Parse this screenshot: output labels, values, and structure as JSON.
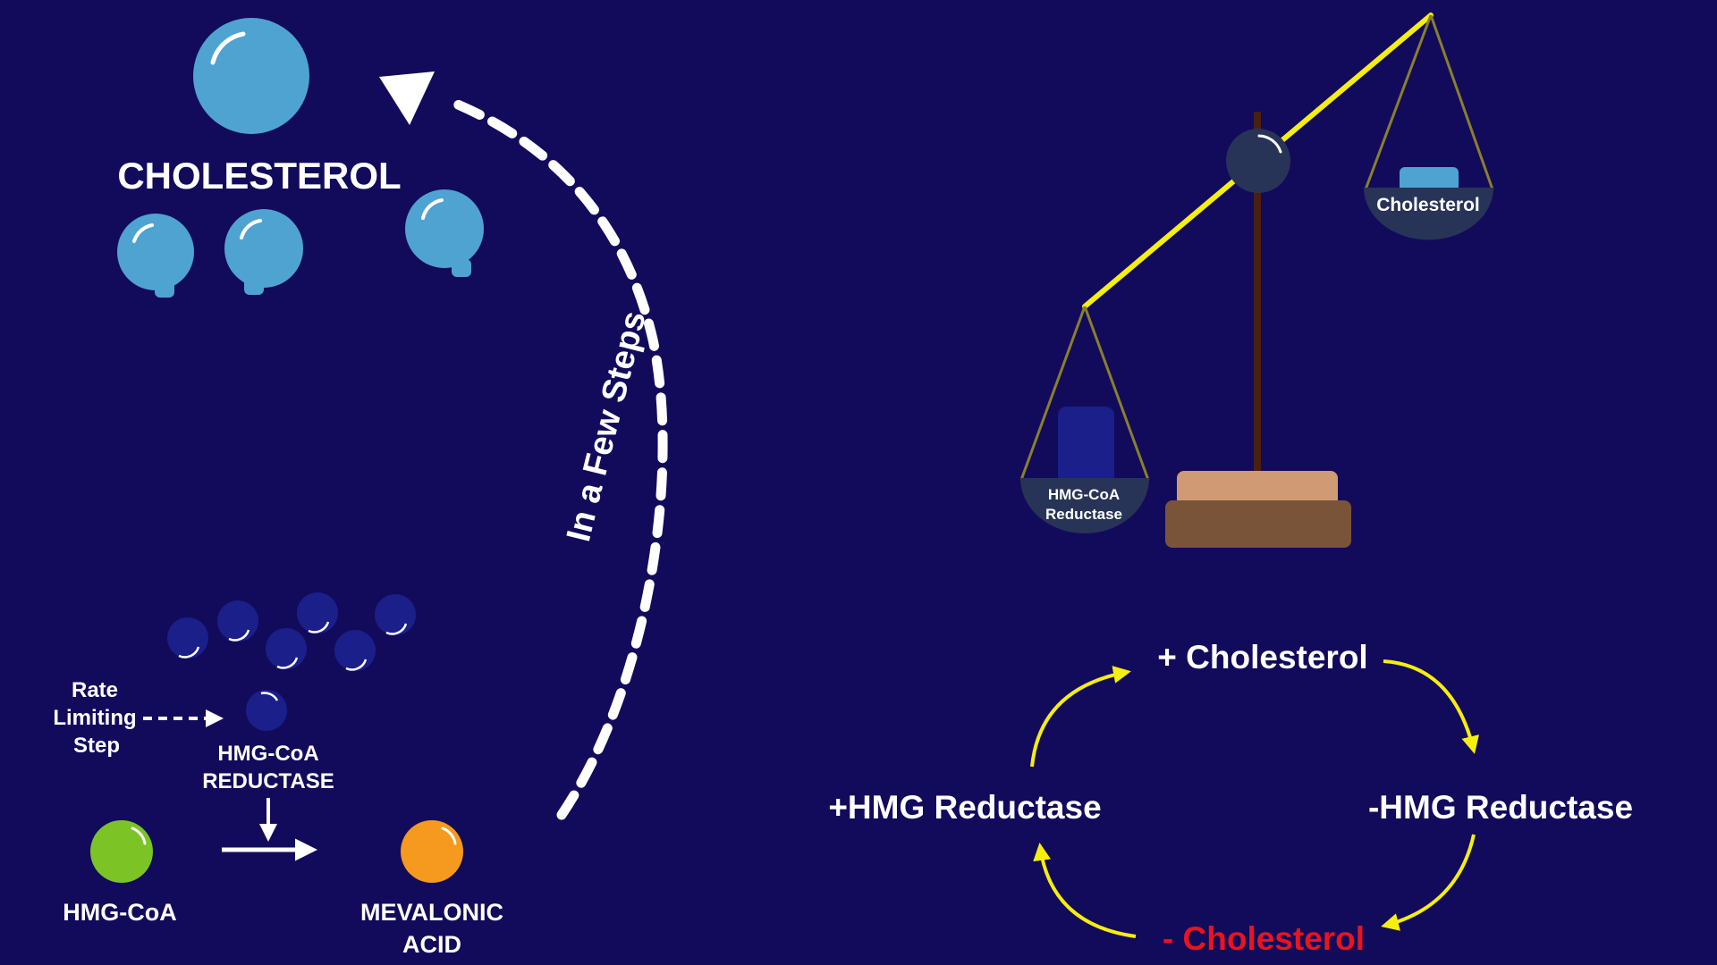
{
  "colors": {
    "background": "#120b5c",
    "sphere_blue": "#4fa3d1",
    "enzyme_navy": "#1b1f8a",
    "hmg_coa_green": "#7cc326",
    "mevalonic_orange": "#f59a1e",
    "arrow_yellow": "#f5ee0f",
    "negative_red": "#e8141e",
    "scale_pan": "#283457",
    "scale_base_top": "#cf9a74",
    "scale_base_bottom": "#7a5439",
    "scale_pole": "#4b1f10"
  },
  "pathway": {
    "cholesterol_label": "CHOLESTEROL",
    "steps_label": "In a Few Steps",
    "rate_limiting_label": [
      "Rate",
      "Limiting",
      "Step"
    ],
    "enzyme_label": [
      "HMG-CoA",
      "REDUCTASE"
    ],
    "substrate_label": "HMG-CoA",
    "product_label": [
      "MEVALONIC",
      "ACID"
    ],
    "icons": [
      "sphere-icon",
      "arrow-icon"
    ]
  },
  "scale": {
    "left_pan_label": [
      "HMG-CoA",
      "Reductase"
    ],
    "right_pan_label": "Cholesterol",
    "tilt": "right pan raised (cholesterol lighter), left pan lowered (HMG-CoA Reductase heavier)"
  },
  "feedback_cycle": {
    "top": "+ Cholesterol",
    "right": "-HMG Reductase",
    "bottom": "- Cholesterol",
    "left": "+HMG Reductase",
    "direction": "clockwise"
  }
}
